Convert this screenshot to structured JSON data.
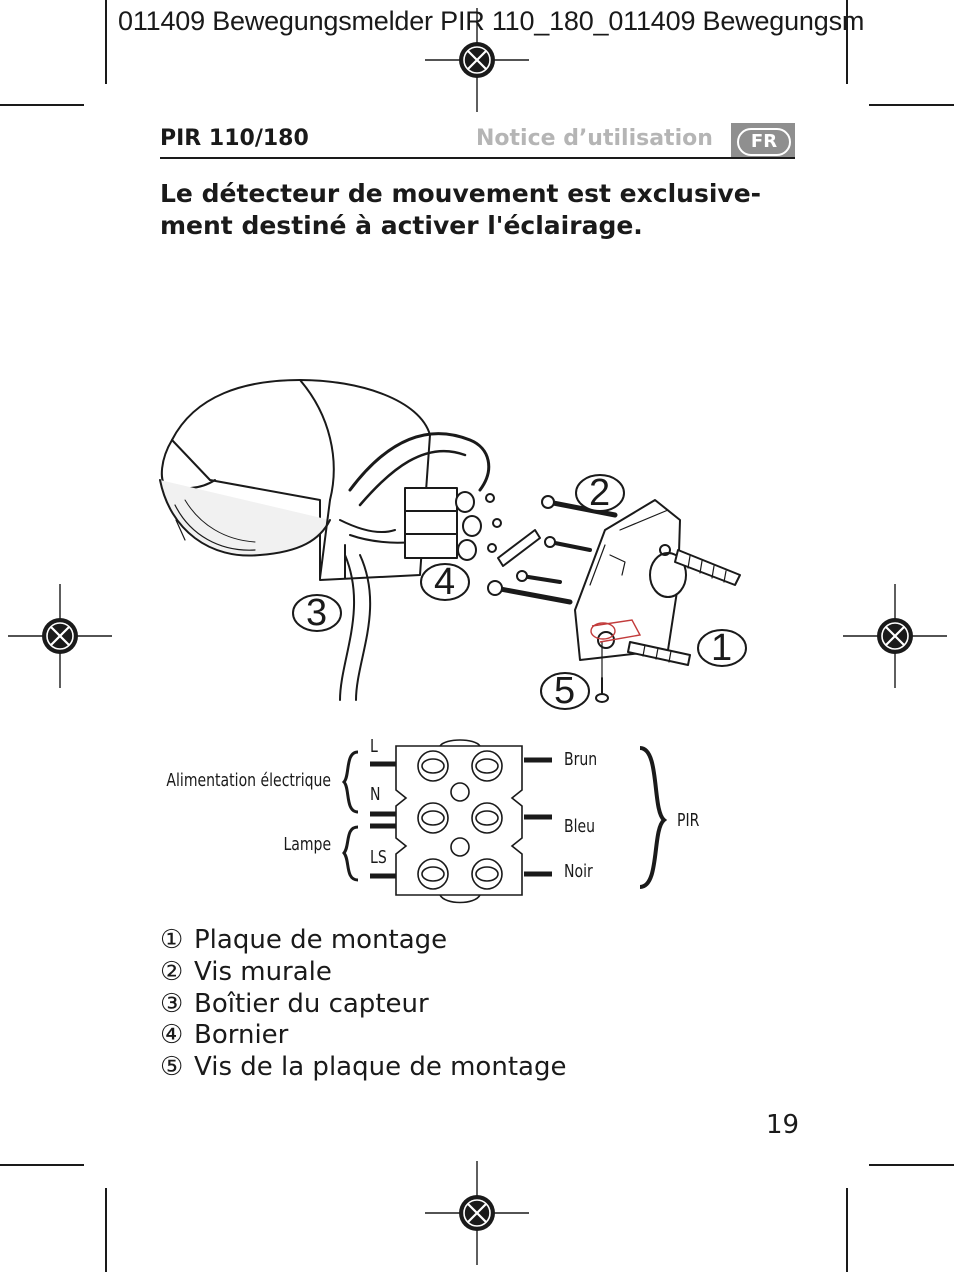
{
  "slug": "011409 Bewegungsmelder PIR 110_180_011409 Bewegungsm",
  "header": {
    "model": "PIR 110/180",
    "notice": "Notice d’utilisation",
    "lang_badge": "FR"
  },
  "intro": "Le détecteur de mouvement est exclusive-ment destiné à activer l'éclairage.",
  "figure": {
    "callouts": [
      "1",
      "2",
      "3",
      "4",
      "5"
    ]
  },
  "wiring": {
    "supply_label": "Alimentation électrique",
    "lamp_label": "Lampe",
    "terminals": [
      "L",
      "N",
      "LS"
    ],
    "wires": [
      "Brun",
      "Bleu",
      "Noir"
    ],
    "pir_label": "PIR"
  },
  "legend": [
    {
      "num": "①",
      "text": "Plaque de montage"
    },
    {
      "num": "②",
      "text": "Vis murale"
    },
    {
      "num": "③",
      "text": "Boîtier du capteur"
    },
    {
      "num": "④",
      "text": "Bornier"
    },
    {
      "num": "⑤",
      "text": "Vis de la plaque de montage"
    }
  ],
  "page_number": "19"
}
